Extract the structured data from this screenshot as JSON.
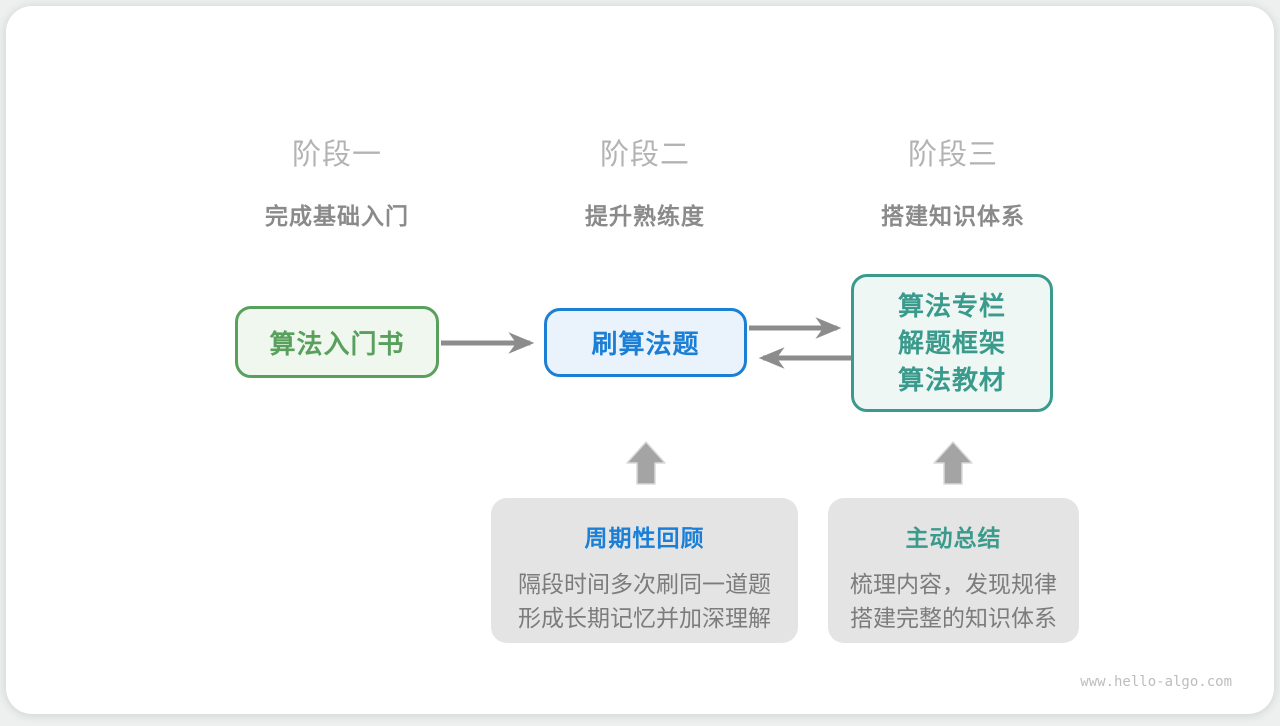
{
  "colors": {
    "green": "#59a05d",
    "green_bg": "#eff7ee",
    "blue": "#1b7fd6",
    "blue_bg": "#eaf3fc",
    "teal": "#3a9a8c",
    "teal_bg": "#eff7f5",
    "note_bg": "#e4e4e4",
    "arrow": "#8c8c8c",
    "block_arrow": "#a4a4a4"
  },
  "stages": [
    {
      "label": "阶段一",
      "subtitle": "完成基础入门"
    },
    {
      "label": "阶段二",
      "subtitle": "提升熟练度"
    },
    {
      "label": "阶段三",
      "subtitle": "搭建知识体系"
    }
  ],
  "nodes": {
    "intro_book": {
      "label": "算法入门书"
    },
    "practice": {
      "label": "刷算法题"
    },
    "resources": {
      "lines": [
        "算法专栏",
        "解题框架",
        "算法教材"
      ]
    }
  },
  "notes": [
    {
      "title": "周期性回顾",
      "lines": [
        "隔段时间多次刷同一道题",
        "形成长期记忆并加深理解"
      ]
    },
    {
      "title": "主动总结",
      "lines": [
        "梳理内容，发现规律",
        "搭建完整的知识体系"
      ]
    }
  ],
  "watermark": "www.hello-algo.com"
}
